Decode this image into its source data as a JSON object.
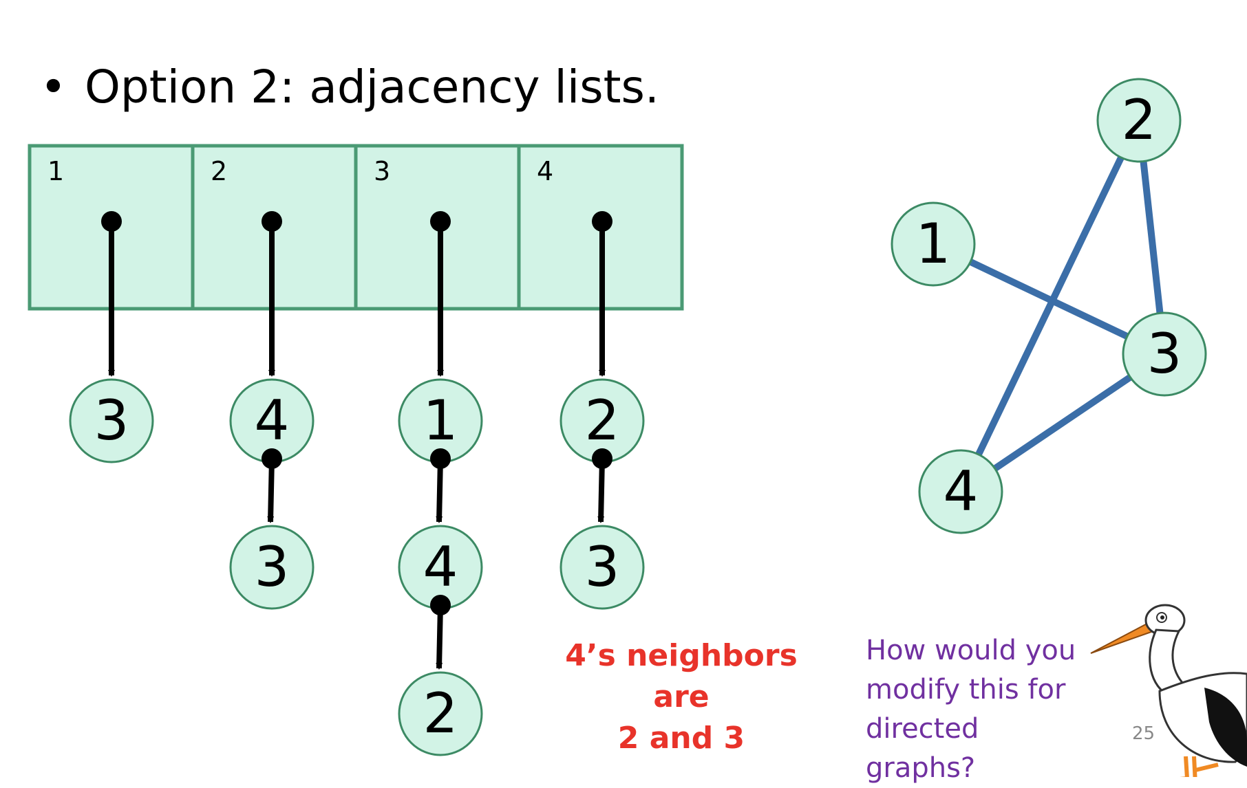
{
  "slide": {
    "bullet_char": "•",
    "heading": "Option 2: adjacency lists.",
    "note_red": [
      "4’s neighbors are",
      "2 and 3"
    ],
    "note_purple": [
      "How would you",
      "modify this for",
      "directed graphs?"
    ],
    "slide_number": "25"
  },
  "colors": {
    "node_fill": "#d2f3e6",
    "node_stroke": "#3c8a64",
    "array_fill": "#d2f3e6",
    "array_stroke": "#4a9a74",
    "edge": "#3b6ea8",
    "pointer": "#000000",
    "red_text": "#e8332a",
    "purple_text": "#7030a0"
  },
  "adjacency_lists": [
    {
      "vertex": "1",
      "neighbors": [
        "3"
      ]
    },
    {
      "vertex": "2",
      "neighbors": [
        "4",
        "3"
      ]
    },
    {
      "vertex": "3",
      "neighbors": [
        "1",
        "4",
        "2"
      ]
    },
    {
      "vertex": "4",
      "neighbors": [
        "2",
        "3"
      ]
    }
  ],
  "graph": {
    "nodes": [
      "1",
      "2",
      "3",
      "4"
    ],
    "edges": [
      [
        "1",
        "3"
      ],
      [
        "2",
        "3"
      ],
      [
        "2",
        "4"
      ],
      [
        "3",
        "4"
      ]
    ]
  },
  "illustration": {
    "name": "stork-icon"
  }
}
